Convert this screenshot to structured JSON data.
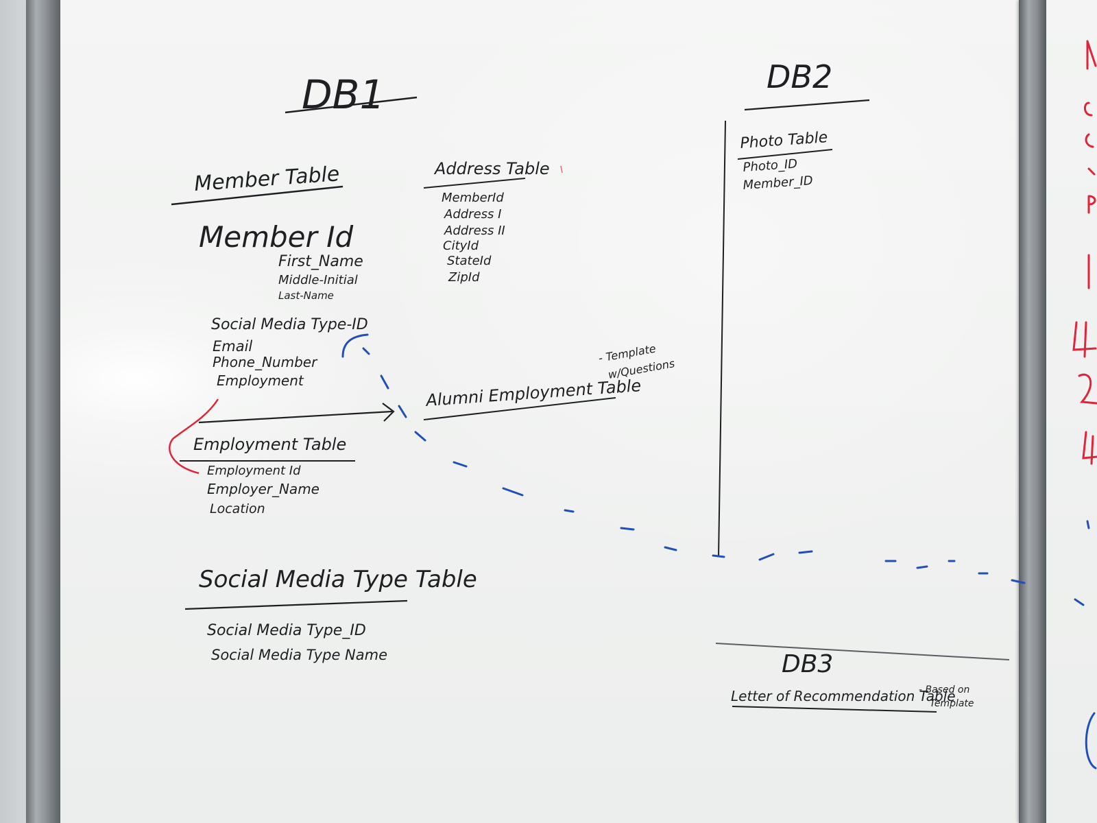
{
  "db1": {
    "title": "DB1",
    "member_table": {
      "title": "Member Table",
      "primary_key": "Member Id",
      "fields": [
        "First_Name",
        "Middle-Initial",
        "Last-Name"
      ],
      "fields_2": [
        "Social Media Type-ID",
        "Email",
        "Phone_Number",
        "Employment"
      ]
    },
    "address_table": {
      "title": "Address Table",
      "fields": [
        "MemberId",
        "Address I",
        "Address II",
        "CityId",
        "StateId",
        "ZipId"
      ]
    },
    "employment_table": {
      "title": "Employment Table",
      "fields": [
        "Employment Id",
        "Employer_Name",
        "Location"
      ]
    },
    "alumni_employment_table": {
      "title": "Alumni Employment Table",
      "note_line1": "- Template",
      "note_line2": "w/Questions"
    },
    "social_media_type_table": {
      "title": "Social Media Type Table",
      "fields": [
        "Social Media Type_ID",
        "Social Media Type Name"
      ]
    }
  },
  "db2": {
    "title": "DB2",
    "photo_table": {
      "title": "Photo Table",
      "fields": [
        "Photo_ID",
        "Member_ID"
      ]
    }
  },
  "db3": {
    "title": "DB3",
    "letter_table": {
      "title": "Letter of Recommendation Table",
      "note_line1": "- Based on",
      "note_line2": "Template"
    }
  },
  "colors": {
    "black_ink": "#1d1f22",
    "blue_ink": "#1f4fb8",
    "red_ink": "#e0243a",
    "gray_ink": "#5a5e62"
  }
}
